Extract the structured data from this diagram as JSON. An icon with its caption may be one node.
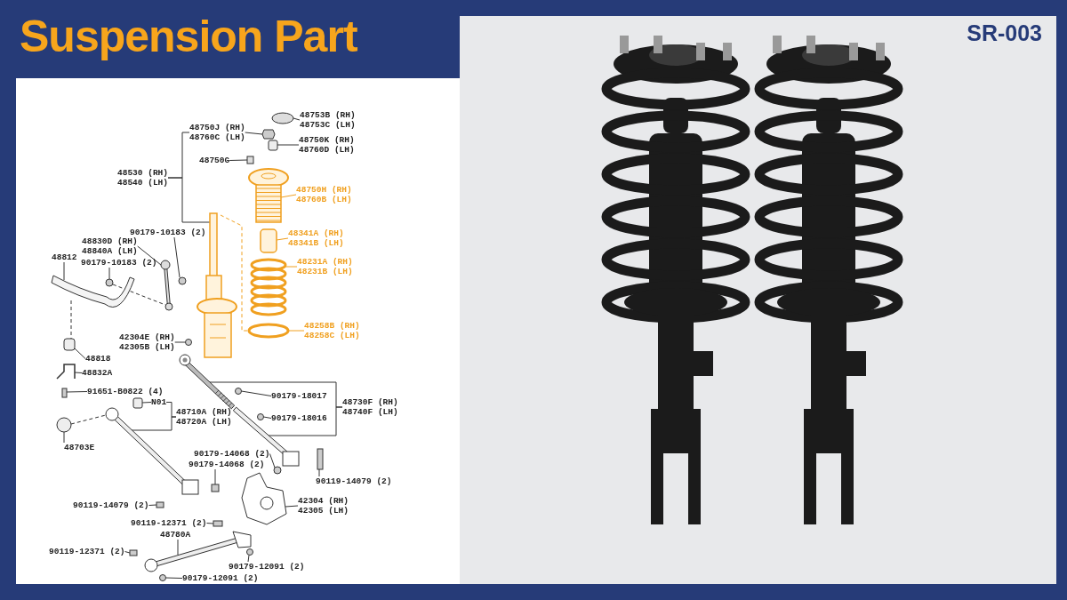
{
  "diagram": {
    "title": "Suspension Part",
    "nodes": [
      {
        "text": [
          "48753B (RH)",
          "48753C (LH)"
        ]
      },
      {
        "text": [
          "48750J (RH)",
          "48760C (LH)"
        ]
      },
      {
        "text": [
          "48750K (RH)",
          "48760D (LH)"
        ]
      },
      {
        "text": [
          "48750G"
        ]
      },
      {
        "text": [
          "48530 (RH)",
          "48540 (LH)"
        ]
      },
      {
        "text": [
          "48750H (RH)",
          "48760B (LH)"
        ]
      },
      {
        "text": [
          "48341A (RH)",
          "48341B (LH)"
        ]
      },
      {
        "text": [
          "48830D (RH)",
          "48840A (LH)"
        ]
      },
      {
        "text": [
          "90179-10183 (2)"
        ]
      },
      {
        "text": [
          "48812"
        ]
      },
      {
        "text": [
          "90179-10183 (2)"
        ]
      },
      {
        "text": [
          "48231A (RH)",
          "48231B (LH)"
        ]
      },
      {
        "text": [
          "48258B (RH)",
          "48258C (LH)"
        ]
      },
      {
        "text": [
          "42304E (RH)",
          "42305B (LH)"
        ]
      },
      {
        "text": [
          "48818"
        ]
      },
      {
        "text": [
          "48832A"
        ]
      },
      {
        "text": [
          "91651-B0822 (4)"
        ]
      },
      {
        "text": [
          "90179-18017"
        ]
      },
      {
        "text": [
          "48730F (RH)",
          "48740F (LH)"
        ]
      },
      {
        "text": [
          "N01"
        ]
      },
      {
        "text": [
          "48710A (RH)",
          "48720A (LH)"
        ]
      },
      {
        "text": [
          "90179-18016"
        ]
      },
      {
        "text": [
          "48703E"
        ]
      },
      {
        "text": [
          "90179-14068 (2)"
        ]
      },
      {
        "text": [
          "90179-14068 (2)"
        ]
      },
      {
        "text": [
          "90119-14079 (2)"
        ]
      },
      {
        "text": [
          "90119-14079 (2)"
        ]
      },
      {
        "text": [
          "42304 (RH)",
          "42305 (LH)"
        ]
      },
      {
        "text": [
          "90119-12371 (2)"
        ]
      },
      {
        "text": [
          "48780A"
        ]
      },
      {
        "text": [
          "90119-12371 (2)"
        ]
      },
      {
        "text": [
          "90179-12091 (2)"
        ]
      },
      {
        "text": [
          "90179-12091 (2)"
        ]
      },
      {
        "text": [],
        "shape": "circle"
      },
      {
        "text": [],
        "shape": "hexagon"
      },
      {
        "text": [],
        "shape": "box"
      },
      {
        "text": [],
        "shape": "box"
      },
      {
        "text": [],
        "shape": "picture"
      },
      {
        "text": [],
        "shape": "picture"
      },
      {
        "text": [],
        "shape": "box"
      },
      {
        "text": [],
        "shape": "picture"
      },
      {
        "text": [],
        "shape": "circle"
      },
      {
        "text": [],
        "shape": "picture"
      },
      {
        "text": [],
        "shape": "circle"
      },
      {
        "text": [],
        "shape": "picture"
      },
      {
        "text": [],
        "shape": "circle"
      },
      {
        "text": [],
        "shape": "circle"
      },
      {
        "text": [],
        "shape": "box"
      },
      {
        "text": [],
        "shape": "picture"
      },
      {
        "text": [],
        "shape": "box"
      },
      {
        "text": [],
        "shape": "circle"
      },
      {
        "text": [],
        "shape": "picture"
      },
      {
        "text": [],
        "shape": "picture"
      },
      {
        "text": [],
        "shape": "circle"
      },
      {
        "text": [],
        "shape": "box"
      },
      {
        "text": [],
        "shape": "picture"
      },
      {
        "text": [],
        "shape": "circle"
      },
      {
        "text": [],
        "shape": "circle"
      },
      {
        "text": [],
        "shape": "box"
      },
      {
        "text": [],
        "shape": "box"
      },
      {
        "text": [],
        "shape": "box"
      },
      {
        "text": [],
        "shape": "picture"
      },
      {
        "text": [],
        "shape": "box"
      },
      {
        "text": [],
        "shape": "picture"
      },
      {
        "text": [],
        "shape": "box"
      },
      {
        "text": [],
        "shape": "circle"
      },
      {
        "text": [],
        "shape": "circle"
      }
    ],
    "edges": [
      {
        "from": 0,
        "to": 33,
        "arrow": "none"
      },
      {
        "from": 1,
        "to": 34,
        "arrow": "none"
      },
      {
        "from": 2,
        "to": 35,
        "arrow": "none"
      },
      {
        "from": 3,
        "to": 36,
        "arrow": "none"
      },
      {
        "from": 4,
        "to": 1,
        "arrow": "none"
      },
      {
        "from": 4,
        "to": 37,
        "arrow": "none"
      },
      {
        "from": 5,
        "to": 38,
        "arrow": "none",
        "color": "#f0a020"
      },
      {
        "from": 6,
        "to": 39,
        "arrow": "none",
        "color": "#f0a020"
      },
      {
        "from": 7,
        "to": 42,
        "arrow": "none"
      },
      {
        "from": 8,
        "to": 43,
        "arrow": "none"
      },
      {
        "from": 9,
        "to": 44,
        "arrow": "none"
      },
      {
        "from": 10,
        "to": 45,
        "arrow": "none"
      },
      {
        "from": 11,
        "to": 40,
        "arrow": "none",
        "color": "#f0a020"
      },
      {
        "from": 12,
        "to": 41,
        "arrow": "none",
        "color": "#f0a020"
      },
      {
        "from": 13,
        "to": 46,
        "arrow": "none"
      },
      {
        "from": 14,
        "to": 47,
        "arrow": "none"
      },
      {
        "from": 15,
        "to": 48,
        "arrow": "none"
      },
      {
        "from": 16,
        "to": 49,
        "arrow": "none"
      },
      {
        "from": 17,
        "to": 50,
        "arrow": "none"
      },
      {
        "from": 18,
        "to": 51,
        "arrow": "none"
      },
      {
        "from": 18,
        "to": 52,
        "arrow": "none"
      },
      {
        "from": 19,
        "to": 54,
        "arrow": "none"
      },
      {
        "from": 20,
        "to": 19,
        "arrow": "none"
      },
      {
        "from": 20,
        "to": 55,
        "arrow": "none"
      },
      {
        "from": 21,
        "to": 53,
        "arrow": "none"
      },
      {
        "from": 22,
        "to": 56,
        "arrow": "none"
      },
      {
        "from": 23,
        "to": 57,
        "arrow": "none"
      },
      {
        "from": 24,
        "to": 58,
        "arrow": "none"
      },
      {
        "from": 25,
        "to": 59,
        "arrow": "none"
      },
      {
        "from": 26,
        "to": 60,
        "arrow": "none"
      },
      {
        "from": 27,
        "to": 61,
        "arrow": "none"
      },
      {
        "from": 28,
        "to": 62,
        "arrow": "none"
      },
      {
        "from": 29,
        "to": 63,
        "arrow": "none"
      },
      {
        "from": 30,
        "to": 64,
        "arrow": "none"
      },
      {
        "from": 31,
        "to": 65,
        "arrow": "none"
      },
      {
        "from": 32,
        "to": 66,
        "arrow": "none"
      },
      {
        "from": 37,
        "to": 41,
        "arrow": "none",
        "style": "dashed",
        "color": "#f0a020"
      },
      {
        "from": 45,
        "to": 42,
        "arrow": "none",
        "style": "dashed"
      },
      {
        "from": 44,
        "to": 47,
        "arrow": "none",
        "style": "dashed"
      },
      {
        "from": 56,
        "to": 55,
        "arrow": "none",
        "style": "dashed"
      }
    ],
    "labels": [
      "SR-003"
    ]
  }
}
